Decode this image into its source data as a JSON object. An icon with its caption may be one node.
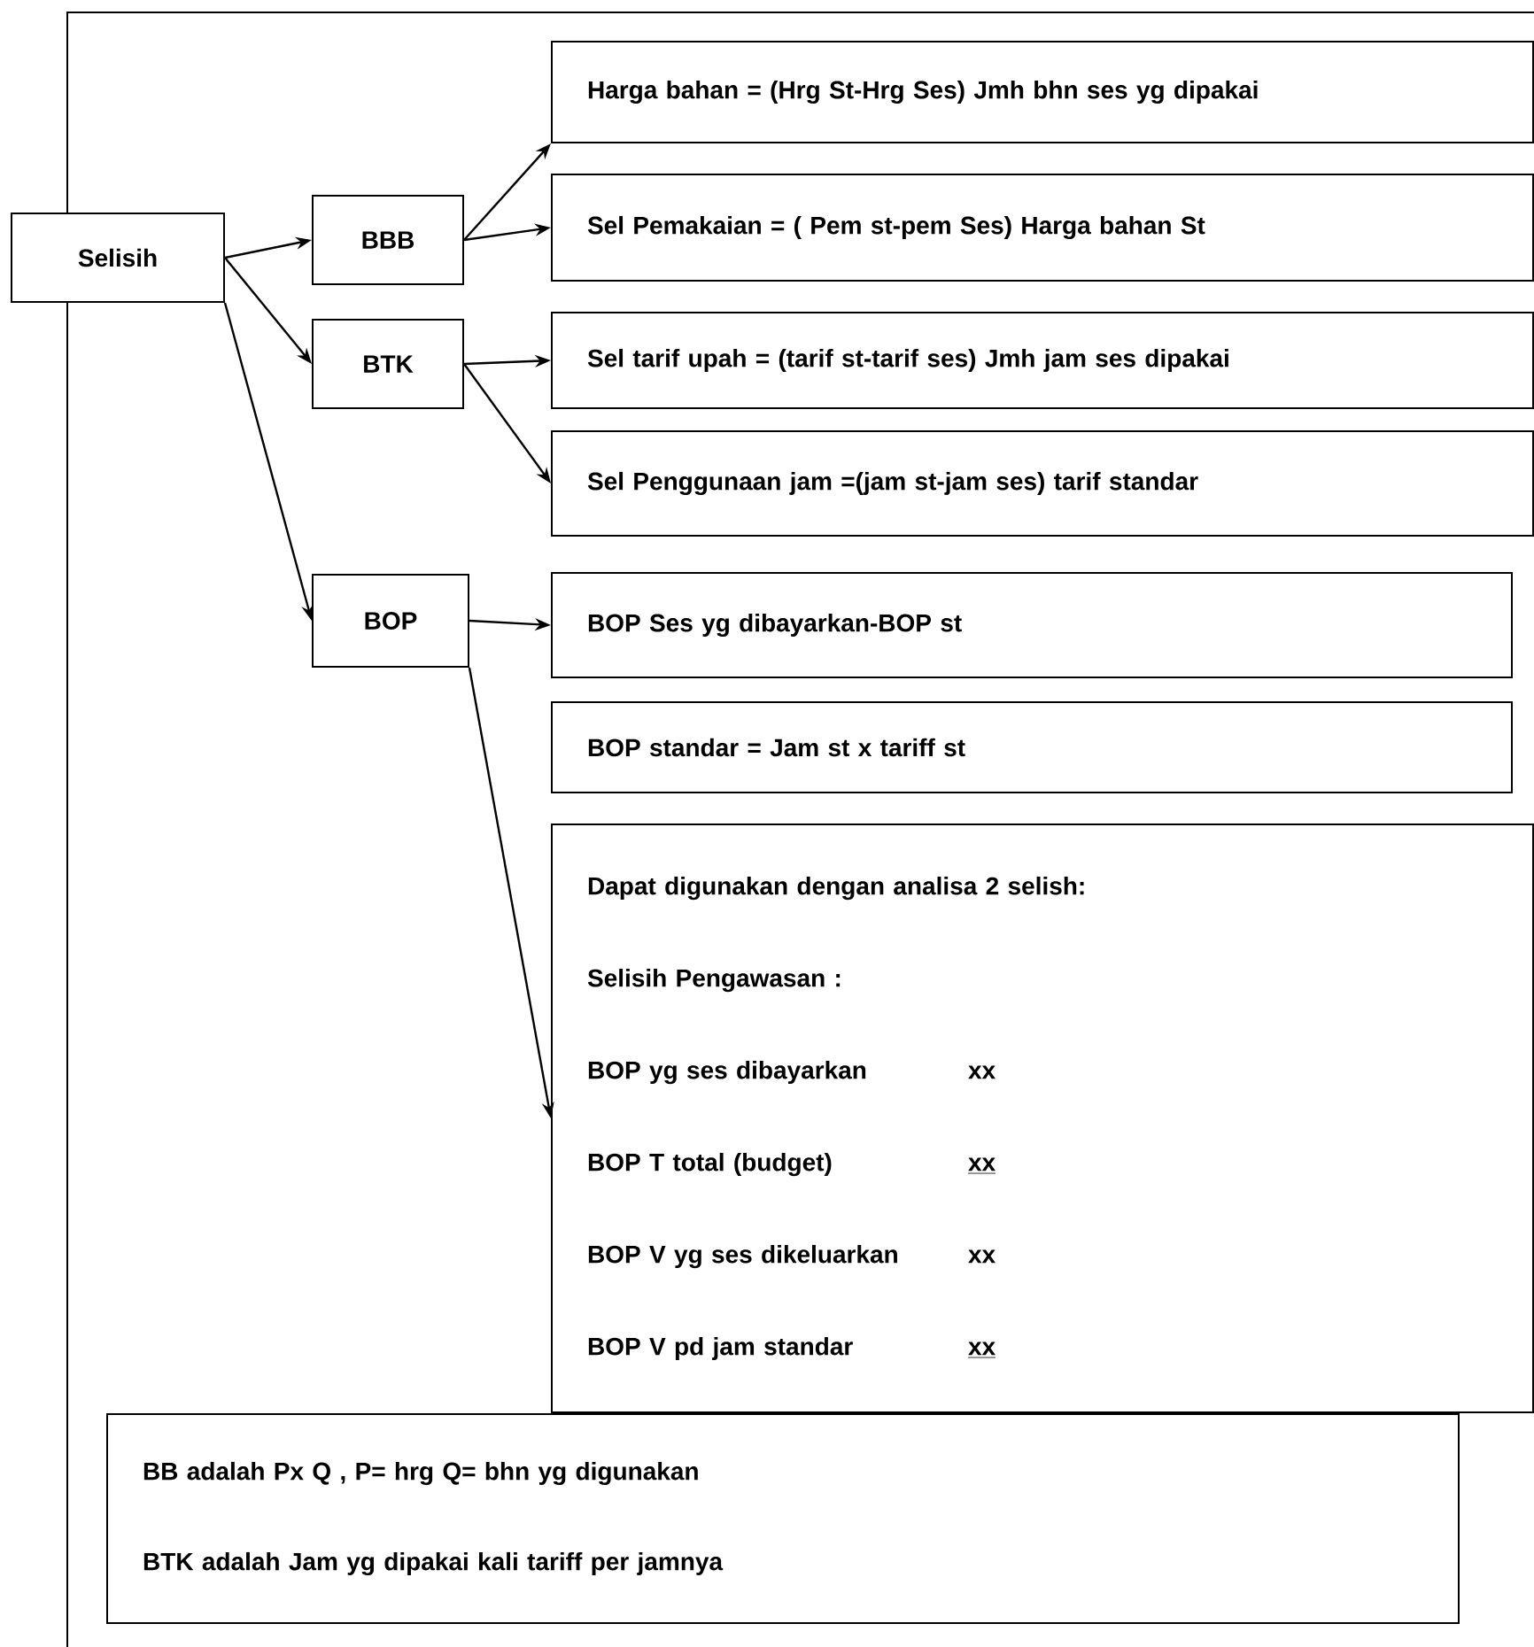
{
  "diagram": {
    "nodes": [
      {
        "text": [
          "Selisih"
        ]
      },
      {
        "text": [
          "BBB"
        ]
      },
      {
        "text": [
          "BTK"
        ]
      },
      {
        "text": [
          "BOP"
        ]
      },
      {
        "text": [
          "Harga bahan = (Hrg St-Hrg Ses) Jmh bhn ses yg dipakai"
        ]
      },
      {
        "text": [
          "Sel Pemakaian = ( Pem st-pem Ses) Harga bahan St"
        ]
      },
      {
        "text": [
          "Sel tarif upah = (tarif st-tarif ses) Jmh jam ses dipakai"
        ]
      },
      {
        "text": [
          "Sel Penggunaan jam =(jam st-jam ses) tarif standar"
        ]
      },
      {
        "text": [
          "BOP Ses yg dibayarkan-BOP st"
        ]
      },
      {
        "text": [
          "BOP standar = Jam st x tariff st"
        ]
      },
      {
        "text": [
          "Dapat digunakan dengan analisa 2 selish:",
          "Selisih Pengawasan :",
          "BOP yg ses dibayarkan",
          "xx",
          "BOP T total (budget)",
          "xx",
          "BOP V yg ses dikeluarkan",
          "xx",
          "BOP V pd jam standar",
          "xx"
        ]
      },
      {
        "text": [
          "BB adalah Px Q  ,   P= hrg   Q= bhn yg digunakan",
          "BTK adalah Jam yg dipakai kali tariff per jamnya"
        ]
      }
    ],
    "edges": [
      {
        "from": 0,
        "to": 1,
        "arrow": "to"
      },
      {
        "from": 0,
        "to": 2,
        "arrow": "to"
      },
      {
        "from": 0,
        "to": 3,
        "arrow": "to"
      },
      {
        "from": 1,
        "to": 4,
        "arrow": "to"
      },
      {
        "from": 1,
        "to": 5,
        "arrow": "to"
      },
      {
        "from": 2,
        "to": 6,
        "arrow": "to"
      },
      {
        "from": 2,
        "to": 7,
        "arrow": "to"
      },
      {
        "from": 3,
        "to": 8,
        "arrow": "to"
      },
      {
        "from": 3,
        "to": 10,
        "arrow": "to"
      }
    ]
  }
}
